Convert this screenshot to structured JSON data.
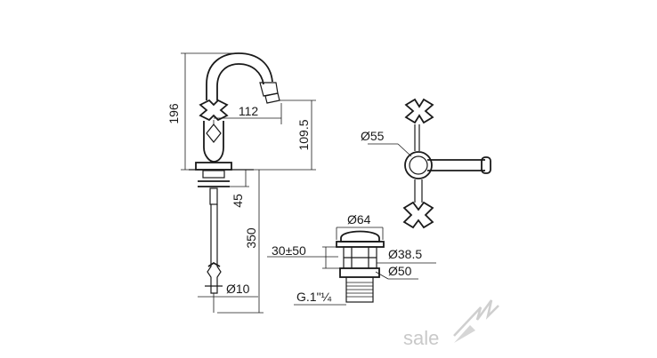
{
  "dimensions": {
    "total_height": "196",
    "spout_reach": "112",
    "spout_height": "109.5",
    "base_offset": "45",
    "hose_length": "350",
    "hose_diameter": "Ø10",
    "handle_diameter": "Ø55",
    "waste_cap_diameter": "Ø64",
    "waste_range": "30±50",
    "waste_body_diameter": "Ø38.5",
    "waste_flange_diameter": "Ø50",
    "waste_thread": "G.1\"¼"
  },
  "watermark": {
    "text": "sale",
    "icon": "sale-logo-icon"
  }
}
